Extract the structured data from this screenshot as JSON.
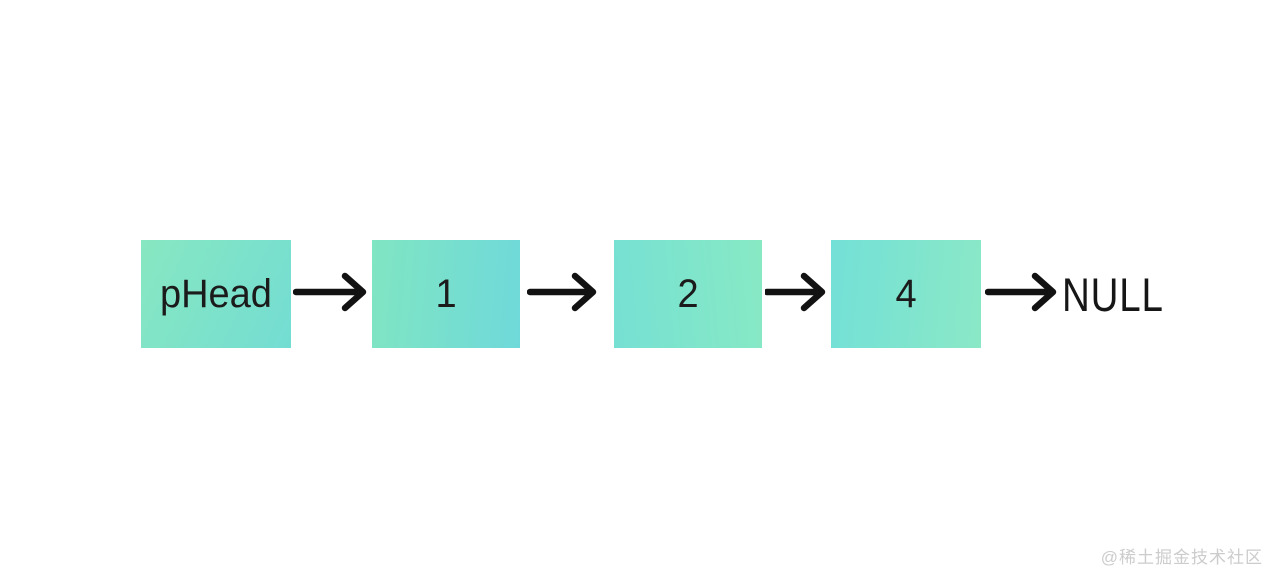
{
  "diagram": {
    "nodes": [
      {
        "label": "pHead"
      },
      {
        "label": "1"
      },
      {
        "label": "2"
      },
      {
        "label": "4"
      }
    ],
    "terminator": "NULL",
    "colors": {
      "node_gradient_green": "#85e8c3",
      "node_gradient_cyan": "#71ded6",
      "arrow": "#121212",
      "node_text": "#1b1b1b",
      "watermark_text": "#cccccc"
    }
  },
  "watermark": {
    "text": "@稀土掘金技术社区"
  }
}
